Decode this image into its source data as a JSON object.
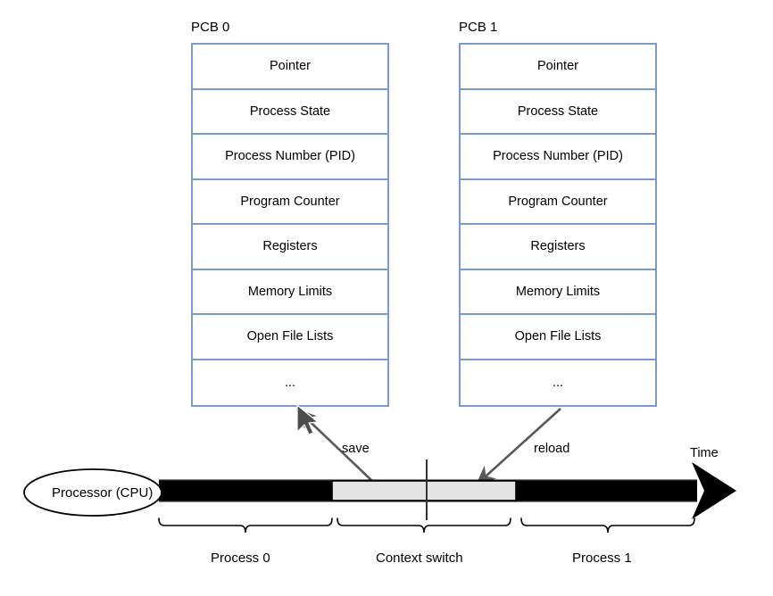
{
  "diagram": {
    "title_hidden": "",
    "pcbs": [
      {
        "name": "pcb-0",
        "title": "PCB 0",
        "rows": [
          "Pointer",
          "Process State",
          "Process Number (PID)",
          "Program Counter",
          "Registers",
          "Memory Limits",
          "Open File Lists",
          "..."
        ]
      },
      {
        "name": "pcb-1",
        "title": "PCB 1",
        "rows": [
          "Pointer",
          "Process State",
          "Process Number (PID)",
          "Program Counter",
          "Registers",
          "Memory Limits",
          "Open File Lists",
          "..."
        ]
      }
    ],
    "cpu_label": "Processor (CPU)",
    "time_label": "Time",
    "arrows": [
      {
        "name": "save-arrow",
        "label": "save"
      },
      {
        "name": "reload-arrow",
        "label": "reload"
      }
    ],
    "braces": [
      {
        "name": "brace-process-0",
        "label": "Process 0"
      },
      {
        "name": "brace-context-switch",
        "label": "Context switch"
      },
      {
        "name": "brace-process-1",
        "label": "Process 1"
      }
    ],
    "timeline_segments": [
      {
        "name": "segment-process-0",
        "fill": "#000000"
      },
      {
        "name": "segment-context-switch",
        "fill": "#e4e4e4"
      },
      {
        "name": "segment-process-1",
        "fill": "#000000"
      }
    ],
    "colors": {
      "pcb_border": "#7b9ad0",
      "timeline_active": "#000000",
      "timeline_switch": "#e4e4e4",
      "arrow_gray": "#595959",
      "stroke_black": "#000000"
    }
  }
}
